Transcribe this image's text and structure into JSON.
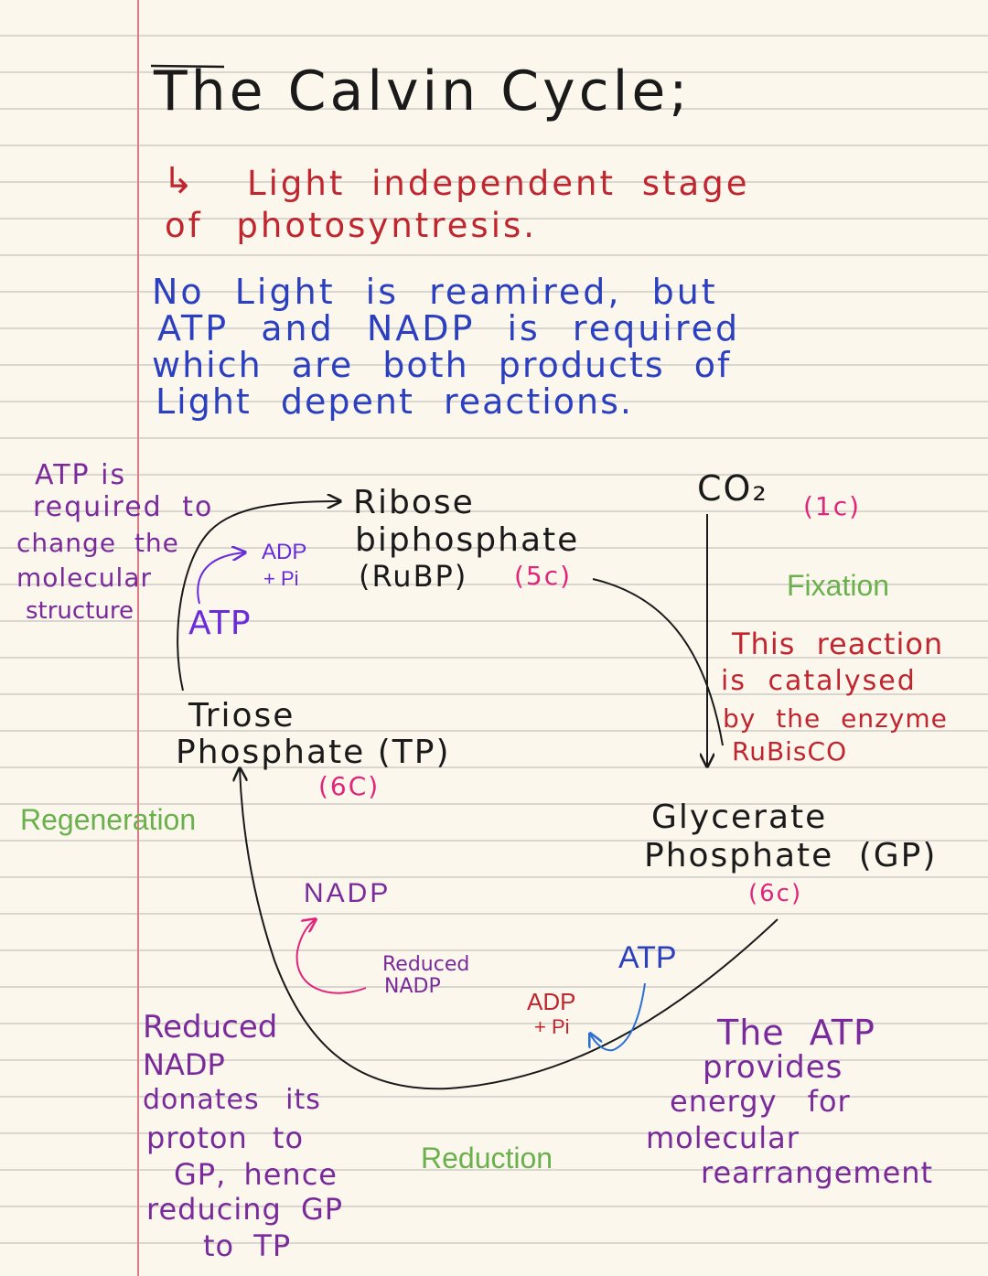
{
  "title": "The Calvin Cycle;",
  "subtitle": {
    "arrow": "↳",
    "line1": "Light independent stage",
    "line2": "of photosyntresis."
  },
  "intro": {
    "line1": "No Light is reamired, but",
    "line2": "ATP and NADP is required",
    "line3": "which are both products of",
    "line4": "Light depent reactions."
  },
  "cycle": {
    "rubp": {
      "line1": "Ribose",
      "line2": "biphosphate",
      "line3": "(RuBP)",
      "carbons": "(5c)"
    },
    "co2": {
      "label": "CO₂",
      "carbons": "(1c)"
    },
    "gp": {
      "line1": "Glycerate",
      "line2": "Phosphate (GP)",
      "carbons": "(6c)"
    },
    "tp": {
      "line1": "Triose",
      "line2": "Phosphate (TP)",
      "carbons": "(6C)"
    },
    "stages": {
      "fixation": "Fixation",
      "reduction": "Reduction",
      "regeneration": "Regeneration"
    }
  },
  "regeneration_cofactors": {
    "atp": "ATP",
    "adp": "ADP",
    "pi": "+ Pi"
  },
  "reduction_cofactors": {
    "atp": "ATP",
    "adp": "ADP",
    "pi": "+ Pi",
    "nadp": "NADP",
    "reduced_line1": "Reduced",
    "reduced_line2": "NADP"
  },
  "notes": {
    "atp_regen": [
      "ATP is",
      "required to",
      "change the",
      "molecular",
      "structure"
    ],
    "rubisco": [
      "This reaction",
      "is catalysed",
      "by the enzyme",
      "RuBisCO"
    ],
    "atp_reduction": [
      "The ATP",
      "provides",
      "energy for",
      "molecular",
      "rearrangement"
    ],
    "reduced_nadp": [
      "Reduced",
      "NADP",
      "donates its",
      "proton to",
      "GP, hence",
      "reducing GP",
      "to TP"
    ]
  },
  "colors": {
    "ink": "#1a1a1a",
    "red": "#c0262f",
    "blue": "#2b3fbf",
    "purple": "#7a2a9a",
    "pink": "#e0257a",
    "green": "#6ab04c"
  }
}
